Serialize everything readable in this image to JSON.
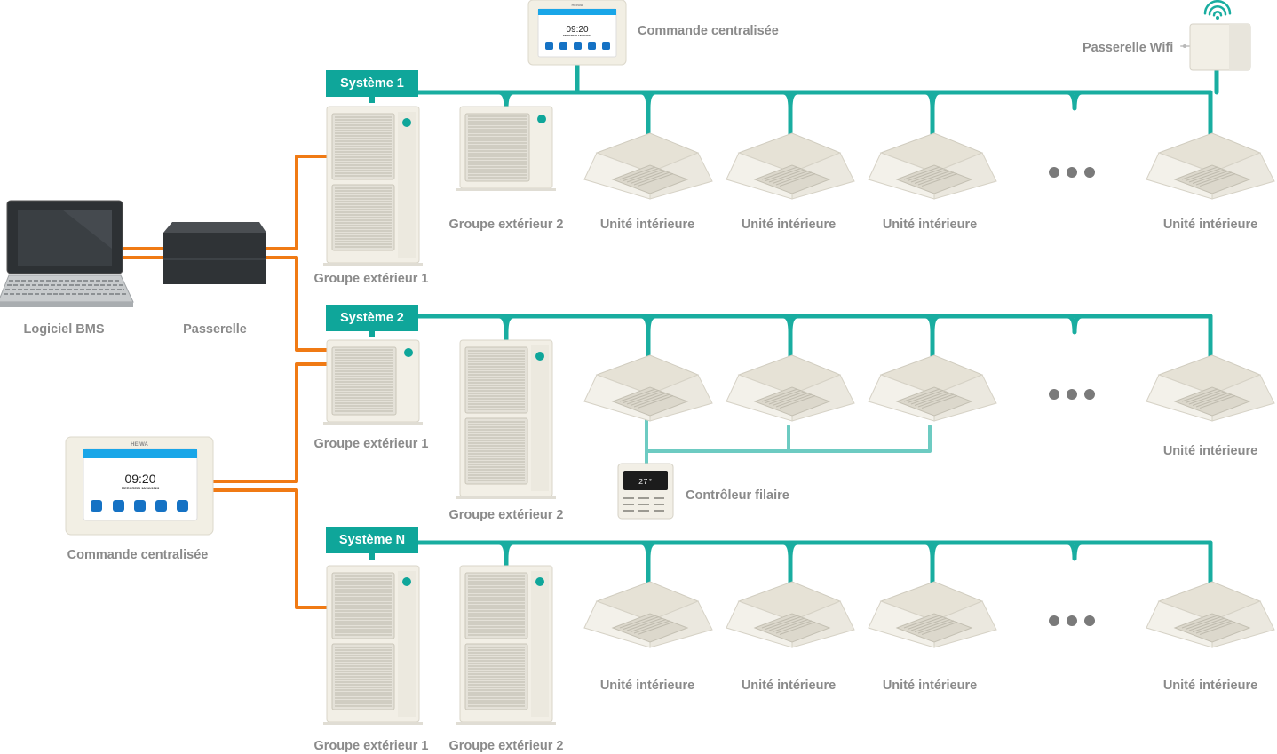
{
  "labels": {
    "logiciel_bms": "Logiciel BMS",
    "passerelle": "Passerelle",
    "commande_centralisee": "Commande centralisée",
    "passerelle_wifi": "Passerelle Wifi",
    "controleur_filaire": "Contrôleur filaire",
    "groupe_exterieur_1": "Groupe extérieur 1",
    "groupe_exterieur_2": "Groupe extérieur 2",
    "unite_interieure": "Unité intérieure"
  },
  "systems": [
    {
      "label": "Système 1"
    },
    {
      "label": "Système 2"
    },
    {
      "label": "Système N"
    }
  ],
  "controller": {
    "time": "09:20",
    "date": "MERCREDI 18/02/2023",
    "brand": "HEIWA"
  },
  "wired_controller": {
    "display": "27°"
  },
  "colors": {
    "refrigerant_line": "#19ada0",
    "bus_line": "#f07a14",
    "system_badge": "#0fa69a",
    "wired_link": "#6dcbc2",
    "label_text": "#8a8a8a",
    "unit_body": "#f2efe6",
    "screen_blue": "#19a6e8"
  }
}
